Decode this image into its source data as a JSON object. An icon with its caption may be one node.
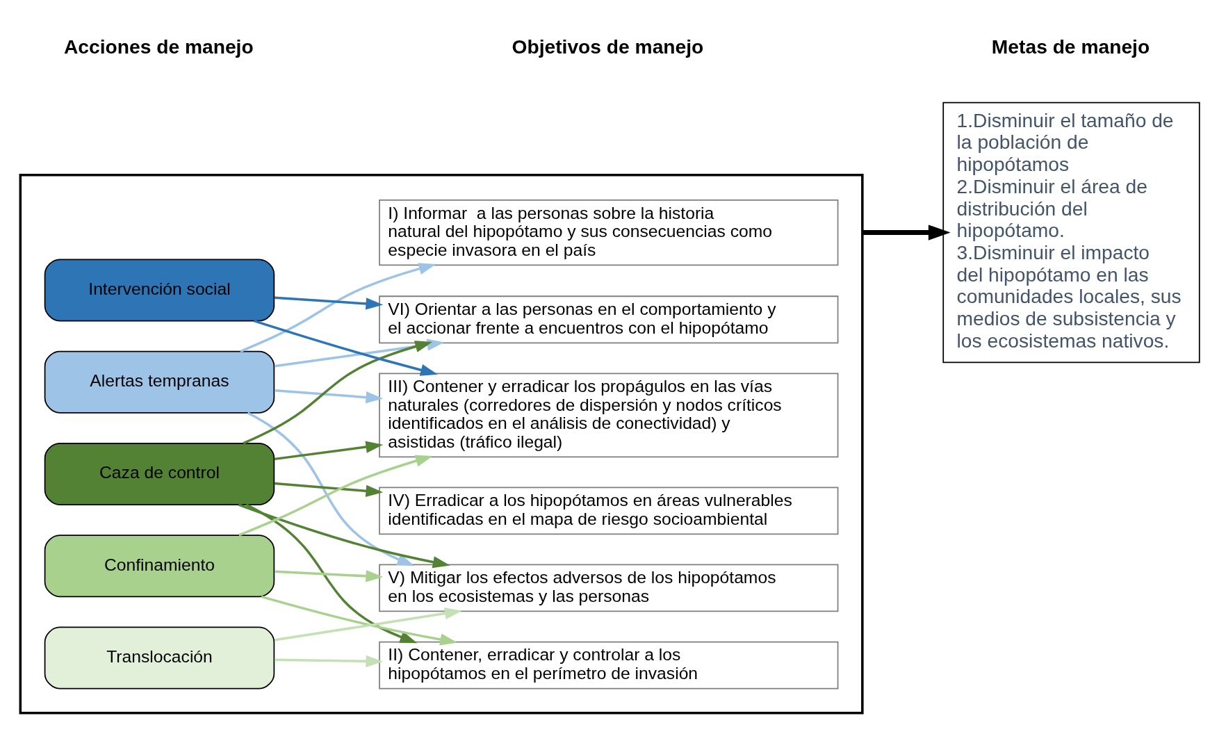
{
  "diagram": {
    "nodes": [
      {
        "text": [],
        "shape": "box"
      },
      {
        "text": [
          "Alertas tempranas"
        ],
        "in": 0
      },
      {
        "text": [
          "Caza de control"
        ],
        "in": 0
      },
      {
        "text": [
          "Confinamiento"
        ],
        "in": 0
      },
      {
        "text": [
          "Translocación"
        ],
        "in": 0
      },
      {
        "text": [
          "Intervención social"
        ],
        "in": 0
      },
      {
        "text": [
          "I) Informar  a las personas sobre la historia natural del hipopótamo y sus consecuencias como especie invasora en el país"
        ],
        "in": 0
      },
      {
        "text": [
          "II) Contener, erradicar y controlar a los hipopótamos en el perímetro de invasión"
        ],
        "in": 0
      },
      {
        "text": [
          "III) Contener y erradicar los propágulos en las vías naturales (corredores de dispersión y nodos críticos identificados en el análisis de conectividad) y asistidas (tráfico ilegal)"
        ],
        "in": 0
      },
      {
        "text": [
          "IV) Erradicar a los hipopótamos en áreas vulnerables identificadas en el mapa de riesgo socioambiental"
        ],
        "in": 0
      },
      {
        "text": [
          "V) Mitigar los efectos adversos de los hipopótamos en los ecosistemas y las personas"
        ],
        "in": 0
      },
      {
        "text": [
          "VI) Orientar a las personas en el comportamiento y el accionar frente a encuentros con el hipopótamo"
        ],
        "in": 0
      },
      {
        "text": [
          "1.Disminuir el tamaño de la población de hipopótamos",
          "2.Disminuir el área de distribución del hipopótamo.",
          "3.Disminuir el impacto del hipopótamo en las comunidades locales, sus medios de subsistencia y los ecosistemas nativos."
        ]
      }
    ],
    "edges": [
      {
        "from": 1,
        "to": 6,
        "arrow": "to",
        "color": "#9dc3e6"
      },
      {
        "from": 1,
        "to": 8,
        "arrow": "to",
        "color": "#9dc3e6"
      },
      {
        "from": 1,
        "to": 10,
        "arrow": "to",
        "color": "#9dc3e6"
      },
      {
        "from": 1,
        "to": 11,
        "arrow": "to",
        "color": "#9dc3e6"
      },
      {
        "from": 2,
        "to": 7,
        "arrow": "to",
        "color": "#548235"
      },
      {
        "from": 2,
        "to": 8,
        "arrow": "to",
        "color": "#548235"
      },
      {
        "from": 2,
        "to": 9,
        "arrow": "to",
        "color": "#548235"
      },
      {
        "from": 2,
        "to": 10,
        "arrow": "to",
        "color": "#548235"
      },
      {
        "from": 2,
        "to": 11,
        "arrow": "to",
        "color": "#548235"
      },
      {
        "from": 3,
        "to": 7,
        "arrow": "to",
        "color": "#a9d18e"
      },
      {
        "from": 3,
        "to": 8,
        "arrow": "to",
        "color": "#a9d18e"
      },
      {
        "from": 3,
        "to": 10,
        "arrow": "to",
        "color": "#a9d18e"
      },
      {
        "from": 4,
        "to": 7,
        "arrow": "to",
        "color": "#c5e0b4"
      },
      {
        "from": 4,
        "to": 10,
        "arrow": "to",
        "color": "#c5e0b4"
      },
      {
        "from": 5,
        "to": 8,
        "arrow": "to",
        "color": "#2e75b6"
      },
      {
        "from": 5,
        "to": 11,
        "arrow": "to",
        "color": "#2e75b6"
      },
      {
        "from": 0,
        "to": 12,
        "arrow": "to",
        "style": "thick",
        "color": "#000000"
      }
    ],
    "labels": [
      "Acciones de manejo",
      "Objetivos de manejo",
      "Metas de manejo"
    ]
  }
}
